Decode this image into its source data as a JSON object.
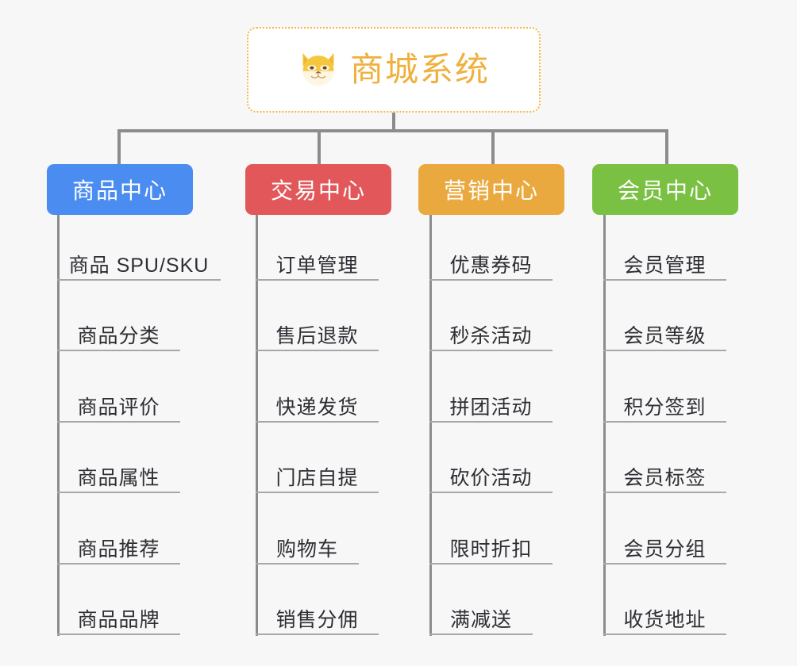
{
  "diagram": {
    "type": "org-tree",
    "background_color": "#f7f7f7",
    "connector_color": "#8c8c8c",
    "root": {
      "title": "商城系统",
      "icon": "shiba-dog-face-icon",
      "text_color": "#efb03c",
      "border_color": "#f1b73a",
      "background_color": "#ffffff"
    },
    "branches": [
      {
        "title": "商品中心",
        "color": "#4a8cf0",
        "items": [
          "商品 SPU/SKU",
          "商品分类",
          "商品评价",
          "商品属性",
          "商品推荐",
          "商品品牌"
        ]
      },
      {
        "title": "交易中心",
        "color": "#e2585a",
        "items": [
          "订单管理",
          "售后退款",
          "快递发货",
          "门店自提",
          "购物车",
          "销售分佣"
        ]
      },
      {
        "title": "营销中心",
        "color": "#eaa93e",
        "items": [
          "优惠券码",
          "秒杀活动",
          "拼团活动",
          "砍价活动",
          "限时折扣",
          "满减送"
        ]
      },
      {
        "title": "会员中心",
        "color": "#7ac143",
        "items": [
          "会员管理",
          "会员等级",
          "积分签到",
          "会员标签",
          "会员分组",
          "收货地址"
        ]
      }
    ]
  }
}
